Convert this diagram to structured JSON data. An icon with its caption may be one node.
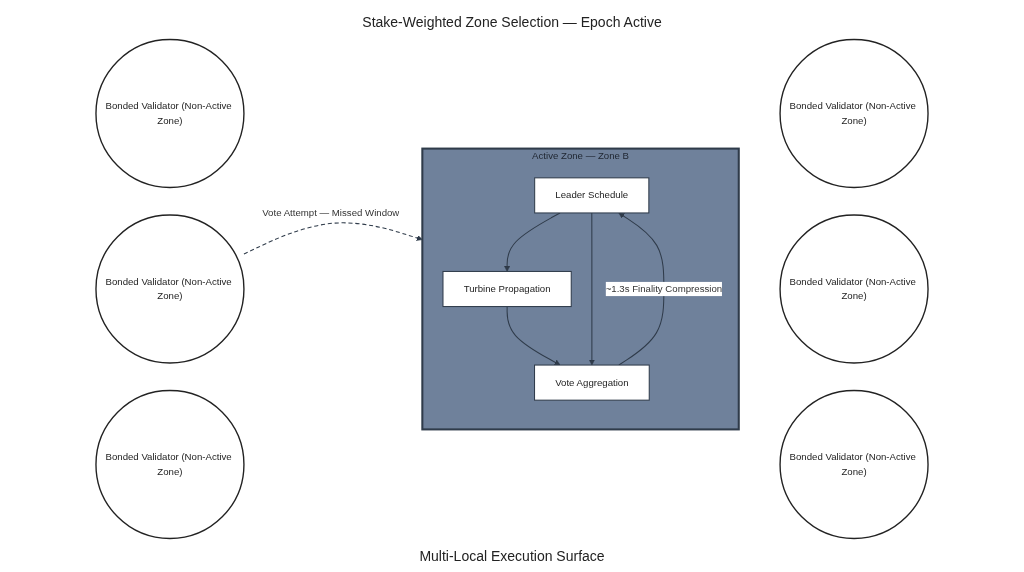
{
  "diagram": {
    "title": "Stake-Weighted Zone Selection — Epoch Active",
    "caption": "Multi-Local Execution Surface",
    "nodes": [
      {
        "text": [
          "Bonded Validator (Non-Active Zone)"
        ]
      },
      {
        "text": [
          "Bonded Validator (Non-Active Zone)"
        ]
      },
      {
        "text": [
          "Bonded Validator (Non-Active Zone)"
        ]
      },
      {
        "text": [
          "Active Zone — Zone B"
        ]
      },
      {
        "text": [
          "Leader Schedule"
        ],
        "in": 3
      },
      {
        "text": [
          "Turbine Propagation"
        ],
        "in": 3
      },
      {
        "text": [
          "Vote Aggregation"
        ],
        "in": 3
      },
      {
        "text": [
          "Bonded Validator (Non-Active Zone)"
        ]
      },
      {
        "text": [
          "Bonded Validator (Non-Active Zone)"
        ]
      },
      {
        "text": [
          "Bonded Validator (Non-Active Zone)"
        ]
      }
    ],
    "edges": [
      {
        "from": 1,
        "to": 3,
        "arrow": "to",
        "label": "Vote Attempt — Missed Window",
        "style": "dashed"
      },
      {
        "from": 4,
        "to": 5,
        "arrow": "to"
      },
      {
        "from": 5,
        "to": 6,
        "arrow": "to"
      },
      {
        "from": 6,
        "to": 4,
        "arrow": "to",
        "label": "~1.3s Finality Compression"
      },
      {
        "from": 4,
        "to": 6,
        "arrow": "to"
      }
    ]
  }
}
